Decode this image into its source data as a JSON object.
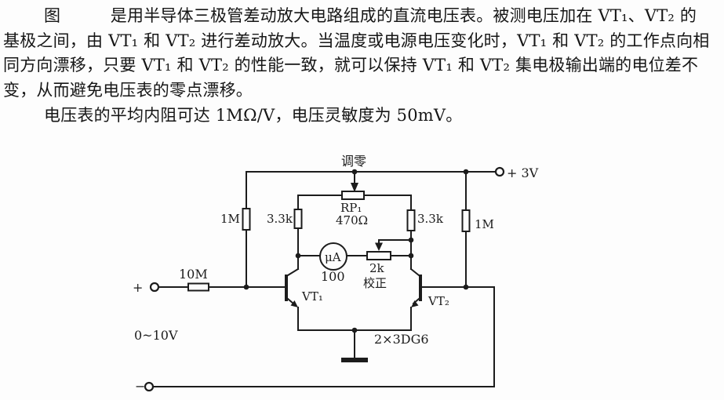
{
  "text": {
    "p1_lines": [
      "图　　　是用半导体三极管差动放大电路组成的直流电压表。被测电压加在 VT₁、VT₂ 的",
      "基极之间，由 VT₁ 和 VT₂ 进行差动放大。当温度或电源电压变化时，VT₁ 和 VT₂ 的工作点向相",
      "同方向漂移，只要 VT₁ 和 VT₂ 的性能一致，就可以保持 VT₁ 和 VT₂ 集电极输出端的电位差不",
      "变，从而避免电压表的零点漂移。"
    ],
    "p2_lines": [
      "电压表的平均内阻可达 1MΩ/V，电压灵敏度为 50mV。"
    ]
  },
  "circuit": {
    "labels": {
      "zero_adjust": "调零",
      "pot_name": "RP₁",
      "pot_value": "470Ω",
      "r_collector_left": "3.3k",
      "r_collector_right": "3.3k",
      "r_base_left": "1M",
      "r_base_right": "1M",
      "r_input": "10M",
      "meter_unit": "μA",
      "meter_value": "100",
      "r_calibration": "2k",
      "calibration": "校正",
      "vt1": "VT₁",
      "vt2": "VT₂",
      "transistor_type": "2×3DG6",
      "input_range": "0~10V",
      "supply": "+ 3V",
      "terminal_plus": "+",
      "terminal_minus": "−"
    },
    "colors": {
      "ink": "#1c1c1c",
      "paper": "#fdfdfd"
    }
  }
}
